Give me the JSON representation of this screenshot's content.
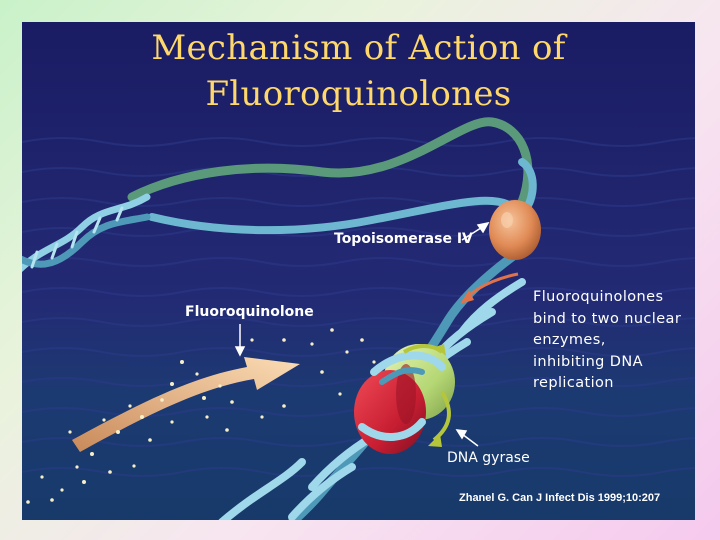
{
  "title": {
    "line1": "Mechanism of Action of",
    "line2": "Fluoroquinolones"
  },
  "labels": {
    "topoisomerase": "Topoisomerase IV",
    "fluoroquinolone": "Fluoroquinolone",
    "dna_gyrase": "DNA gyrase"
  },
  "description": {
    "lines": [
      "Fluoroquinolones",
      "bind to two nuclear",
      "enzymes,",
      "inhibiting DNA",
      "replication"
    ]
  },
  "citation": "Zhanel G. Can J Infect Dis 1999;10:207",
  "colors": {
    "title": "#ffd86b",
    "background": "#17205e",
    "dna_strand": "#7cc4dd",
    "topoisomerase": "#e0915c",
    "gyrase_red": "#d42a3c",
    "gyrase_green": "#b8dc7a",
    "drug_arrow": "#f3c79b"
  }
}
